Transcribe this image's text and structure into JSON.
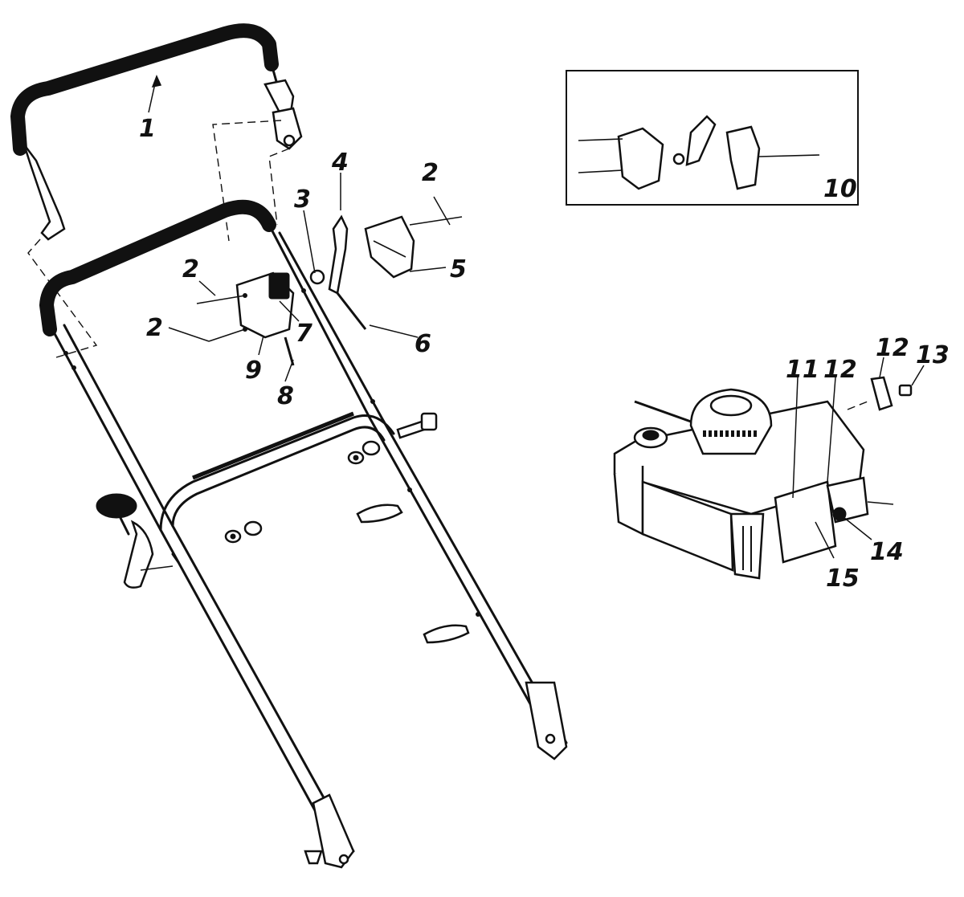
{
  "callouts": {
    "c1": "1",
    "c2a": "2",
    "c2b": "2",
    "c2c": "2",
    "c3": "3",
    "c4": "4",
    "c5": "5",
    "c6": "6",
    "c7": "7",
    "c8": "8",
    "c9": "9",
    "c10": "10",
    "c11": "11",
    "c12a": "12",
    "c12b": "12",
    "c13": "13",
    "c14": "14",
    "c15": "15"
  }
}
